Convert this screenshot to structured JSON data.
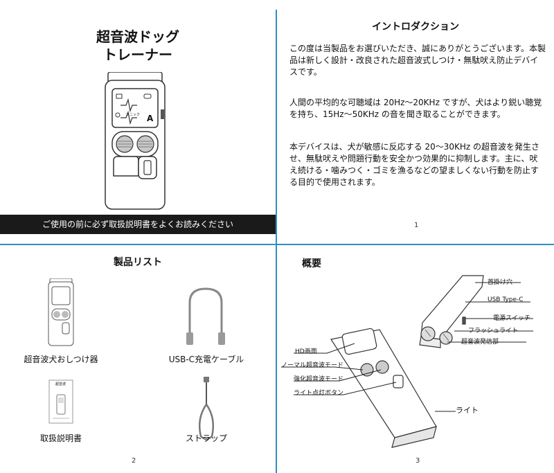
{
  "cover": {
    "title_line1": "超音波ドッグ",
    "title_line2": "トレーナー",
    "device_screen_mode": "ソニック",
    "device_screen_letter": "A",
    "banner": "ご使用の前に必ず取扱説明書をよくお読みください"
  },
  "intro": {
    "title": "イントロダクション",
    "paragraphs": [
      "この度は当製品をお選びいただき、誠にありがとうございます。本製品は新しく設計・改良された超音波式しつけ・無駄吠え防止デバイスです。",
      "人間の平均的な可聴域は 20Hz〜20KHz ですが、犬はより鋭い聴覚を持ち、15Hz〜50KHz の音を聞き取ることができます。",
      "本デバイスは、犬が敏感に反応する 20〜30KHz の超音波を発生させ、無駄吠えや問題行動を安全かつ効果的に抑制します。主に、吠え続ける・噛みつく・ゴミを漁るなどの望ましくない行動を防止する目的で使用されます。"
    ],
    "page": "1"
  },
  "product_list": {
    "title": "製品リスト",
    "items": [
      {
        "label": "超音波犬おしつけ器"
      },
      {
        "label": "USB-C充電ケーブル"
      },
      {
        "label": "取扱説明書"
      },
      {
        "label": "ストラップ"
      }
    ],
    "manual_cover_text": "超音波",
    "page": "2"
  },
  "overview": {
    "title": "概要",
    "callouts_right": [
      "首掛け穴",
      "USB Type-C",
      "電源スイッチ",
      "フラッシュライト",
      "超音波発信部"
    ],
    "callouts_left": [
      "HD画面",
      "ノーマル超音波モード",
      "強化超音波モード",
      "ライト点灯ボタン"
    ],
    "callout_light": "ライト",
    "page": "3"
  },
  "colors": {
    "divider": "#2f8fc4",
    "banner": "#1a1a1a"
  }
}
